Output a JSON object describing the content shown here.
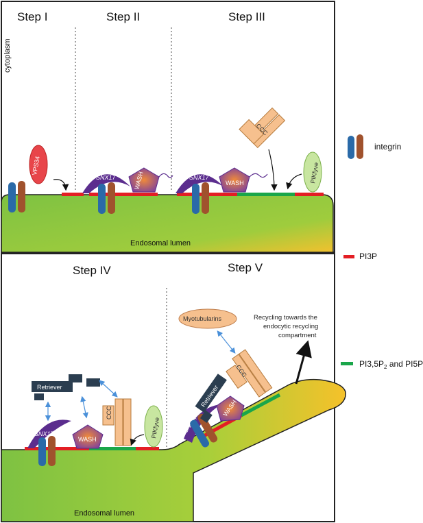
{
  "steps": [
    "Step I",
    "Step II",
    "Step III",
    "Step IV",
    "Step V"
  ],
  "labels": {
    "cytoplasm": "cytoplasm",
    "lumen_top": "Endosomal lumen",
    "lumen_bottom": "Endosomal lumen",
    "vps34": "VPS34",
    "snx17": "SNX17",
    "wash": "WASH",
    "ccc": "CCC",
    "pikfyve": "PIKfyve",
    "retriever": "Retriever",
    "myotubularins": "Myotubularins",
    "recycling_line1": "Recycling towards the",
    "recycling_line2": "endocytic recycling",
    "recycling_line3": "compartment"
  },
  "legend": {
    "integrin": "integrin",
    "pi3p": "PI3P",
    "pi35p2_prefix": "PI3,5P",
    "pi35p2_sub": "2",
    "pi35p2_suffix": " and PI5P"
  },
  "colors": {
    "pi3p": "#e31e24",
    "pi35p2": "#1aa64a",
    "membrane_green": "#8dc63f",
    "integrin_blue": "#2a6aa8",
    "integrin_brown": "#a0522d",
    "snx17_purple": "#5b2d8e",
    "ccc_orange": "#f6c08e",
    "pikfyve_green": "#c8e6a0",
    "retriever_navy": "#2b3e50"
  }
}
